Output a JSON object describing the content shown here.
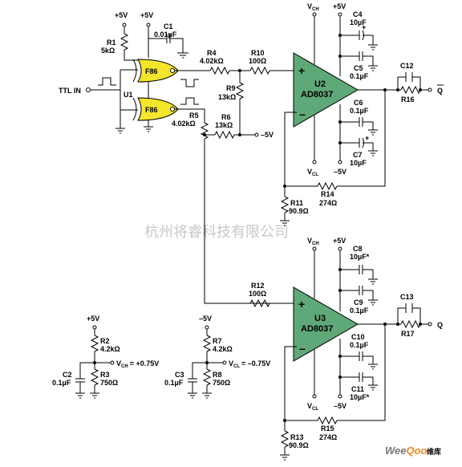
{
  "input": {
    "label": "TTL IN"
  },
  "supply": {
    "p5": "+5V",
    "m5": "–5V",
    "vch": "V",
    "vch_sub": "CH",
    "vcl": "V",
    "vcl_sub": "CL"
  },
  "gates": {
    "top": "F86",
    "bottom": "F86",
    "u1": "U1"
  },
  "amps": [
    {
      "ref": "U2",
      "part": "AD8037"
    },
    {
      "ref": "U3",
      "part": "AD8037"
    }
  ],
  "resistors": {
    "R1": {
      "ref": "R1",
      "value": "5kΩ"
    },
    "R2": {
      "ref": "R2",
      "value": "4.2kΩ"
    },
    "R3": {
      "ref": "R3",
      "value": "750Ω"
    },
    "R4": {
      "ref": "R4",
      "value": "4.02kΩ"
    },
    "R5": {
      "ref": "R5",
      "value": "4.02kΩ"
    },
    "R6": {
      "ref": "R6",
      "value": "13kΩ"
    },
    "R7": {
      "ref": "R7",
      "value": "4.2kΩ"
    },
    "R8": {
      "ref": "R8",
      "value": "750Ω"
    },
    "R9": {
      "ref": "R9",
      "value": "13kΩ"
    },
    "R10": {
      "ref": "R10",
      "value": "100Ω"
    },
    "R11": {
      "ref": "R11",
      "value": "90.9Ω"
    },
    "R12": {
      "ref": "R12",
      "value": "100Ω"
    },
    "R13": {
      "ref": "R13",
      "value": "90.9Ω"
    },
    "R14": {
      "ref": "R14",
      "value": "274Ω"
    },
    "R15": {
      "ref": "R15",
      "value": "274Ω"
    },
    "R16": {
      "ref": "R16",
      "value": ""
    },
    "R17": {
      "ref": "R17",
      "value": ""
    }
  },
  "capacitors": {
    "C1": {
      "ref": "C1",
      "value": "0.01µF"
    },
    "C2": {
      "ref": "C2",
      "value": "0.1µF"
    },
    "C3": {
      "ref": "C3",
      "value": "0.1µF"
    },
    "C4": {
      "ref": "C4",
      "value": "10µF"
    },
    "C5": {
      "ref": "C5",
      "value": "0.1µF"
    },
    "C6": {
      "ref": "C6",
      "value": "0.1µF"
    },
    "C7": {
      "ref": "C7",
      "value": "10µF"
    },
    "C8": {
      "ref": "C8",
      "value": "10µF*"
    },
    "C9": {
      "ref": "C9",
      "value": "0.1µF"
    },
    "C10": {
      "ref": "C10",
      "value": "0.1µF"
    },
    "C11": {
      "ref": "C11",
      "value": "10µF*"
    },
    "C12": {
      "ref": "C12",
      "value": ""
    },
    "C13": {
      "ref": "C13",
      "value": ""
    }
  },
  "bias": {
    "vch_eq": "= +0.75V",
    "vcl_eq": "= –0.75V"
  },
  "outputs": {
    "q_bar": "Q",
    "q": "Q"
  },
  "watermark": {
    "text": "杭州将睿科技有限公司"
  },
  "logo": {
    "part1": "Wee",
    "part2": "Qoo",
    "part3": "维库"
  },
  "colors": {
    "gate_fill": "#f5e52c",
    "amp_fill": "#5fa878",
    "watermark": "#c8c8c8",
    "logo_orange": "#f08a1c"
  }
}
